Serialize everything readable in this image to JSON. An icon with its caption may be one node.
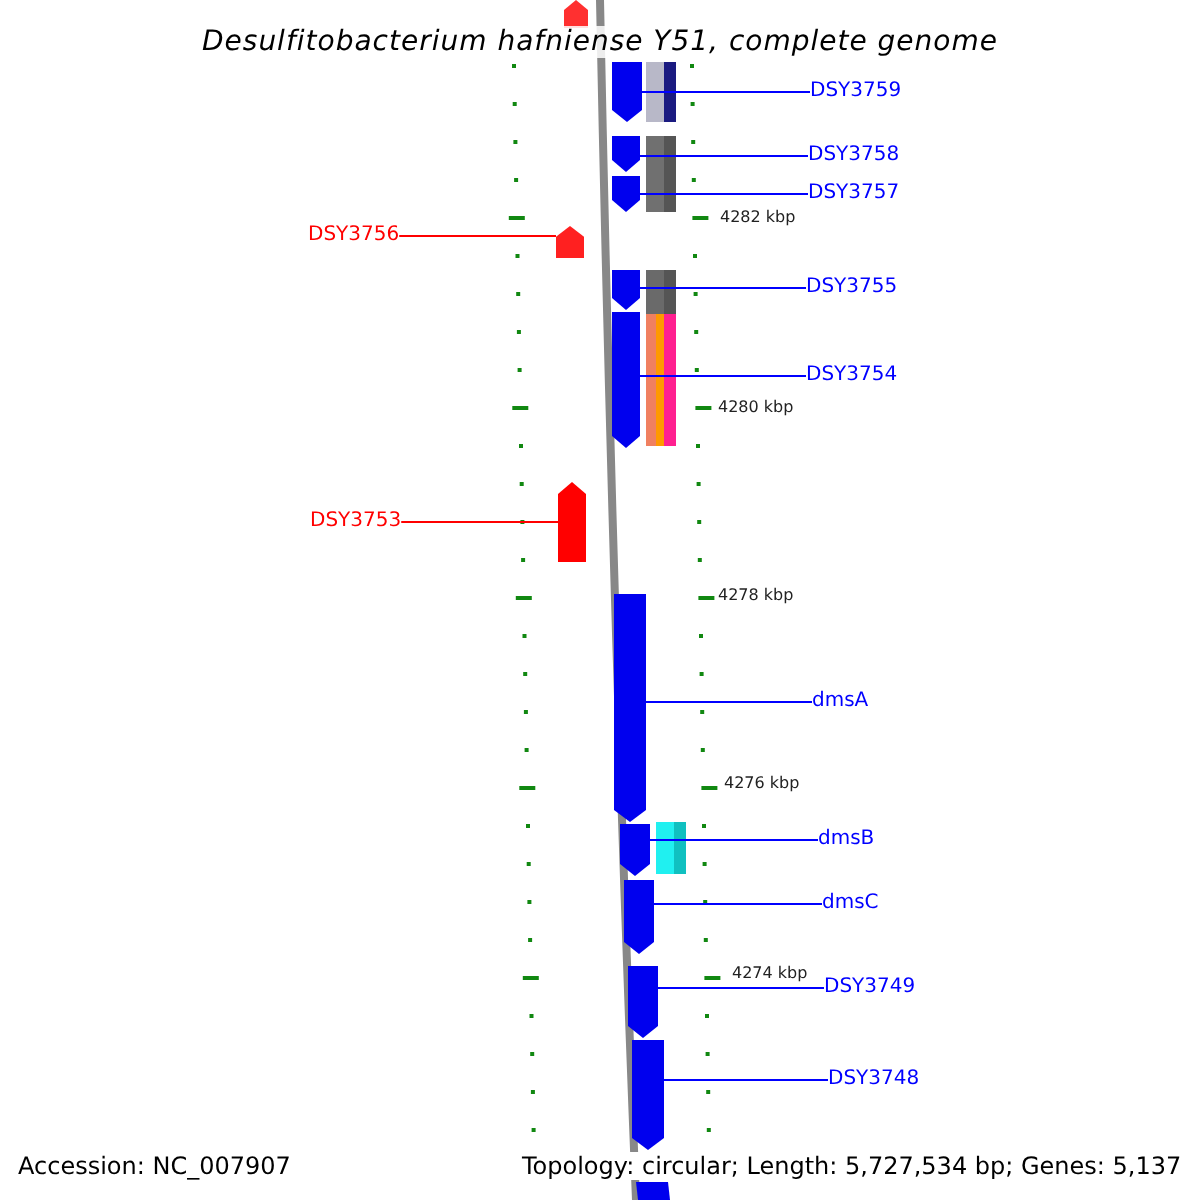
{
  "diagram": {
    "title": "Desulfitobacterium hafniense Y51, complete genome",
    "nodes": [
      {
        "text": [
          "DSY3759"
        ]
      },
      {
        "text": [],
        "shape": "pentagon"
      },
      {
        "text": [
          "DSY3758"
        ]
      },
      {
        "text": [],
        "shape": "pentagon"
      },
      {
        "text": [
          "DSY3757"
        ]
      },
      {
        "text": [],
        "shape": "pentagon"
      },
      {
        "text": [
          "DSY3756"
        ]
      },
      {
        "text": [],
        "shape": "pentagon"
      },
      {
        "text": [
          "DSY3755"
        ]
      },
      {
        "text": [],
        "shape": "pentagon"
      },
      {
        "text": [
          "DSY3754"
        ]
      },
      {
        "text": [],
        "shape": "pentagon"
      },
      {
        "text": [
          "DSY3753"
        ]
      },
      {
        "text": [],
        "shape": "pentagon"
      },
      {
        "text": [
          "dmsA"
        ]
      },
      {
        "text": [],
        "shape": "pentagon"
      },
      {
        "text": [
          "dmsB"
        ]
      },
      {
        "text": [],
        "shape": "pentagon"
      },
      {
        "text": [
          "dmsC"
        ]
      },
      {
        "text": [],
        "shape": "pentagon"
      },
      {
        "text": [
          "DSY3749"
        ]
      },
      {
        "text": [],
        "shape": "pentagon"
      },
      {
        "text": [
          "DSY3748"
        ]
      },
      {
        "text": [],
        "shape": "pentagon"
      }
    ],
    "edges": [
      {
        "from": 0,
        "to": 1,
        "arrow": "none"
      },
      {
        "from": 2,
        "to": 3,
        "arrow": "none"
      },
      {
        "from": 4,
        "to": 5,
        "arrow": "none"
      },
      {
        "from": 6,
        "to": 7,
        "arrow": "none",
        "color": "#ff0000"
      },
      {
        "from": 8,
        "to": 9,
        "arrow": "none"
      },
      {
        "from": 10,
        "to": 11,
        "arrow": "none"
      },
      {
        "from": 12,
        "to": 13,
        "arrow": "none",
        "color": "#ff0000"
      },
      {
        "from": 14,
        "to": 15,
        "arrow": "none"
      },
      {
        "from": 16,
        "to": 17,
        "arrow": "none"
      },
      {
        "from": 18,
        "to": 19,
        "arrow": "none"
      },
      {
        "from": 20,
        "to": 21,
        "arrow": "none"
      },
      {
        "from": 22,
        "to": 23,
        "arrow": "none"
      }
    ],
    "labels": [
      "4282 kbp",
      "4280 kbp",
      "4278 kbp",
      "4276 kbp",
      "4274 kbp",
      "Accession: NC_007907",
      "Topology: circular; Length: 5,727,534 bp; Genes: 5,137"
    ]
  }
}
